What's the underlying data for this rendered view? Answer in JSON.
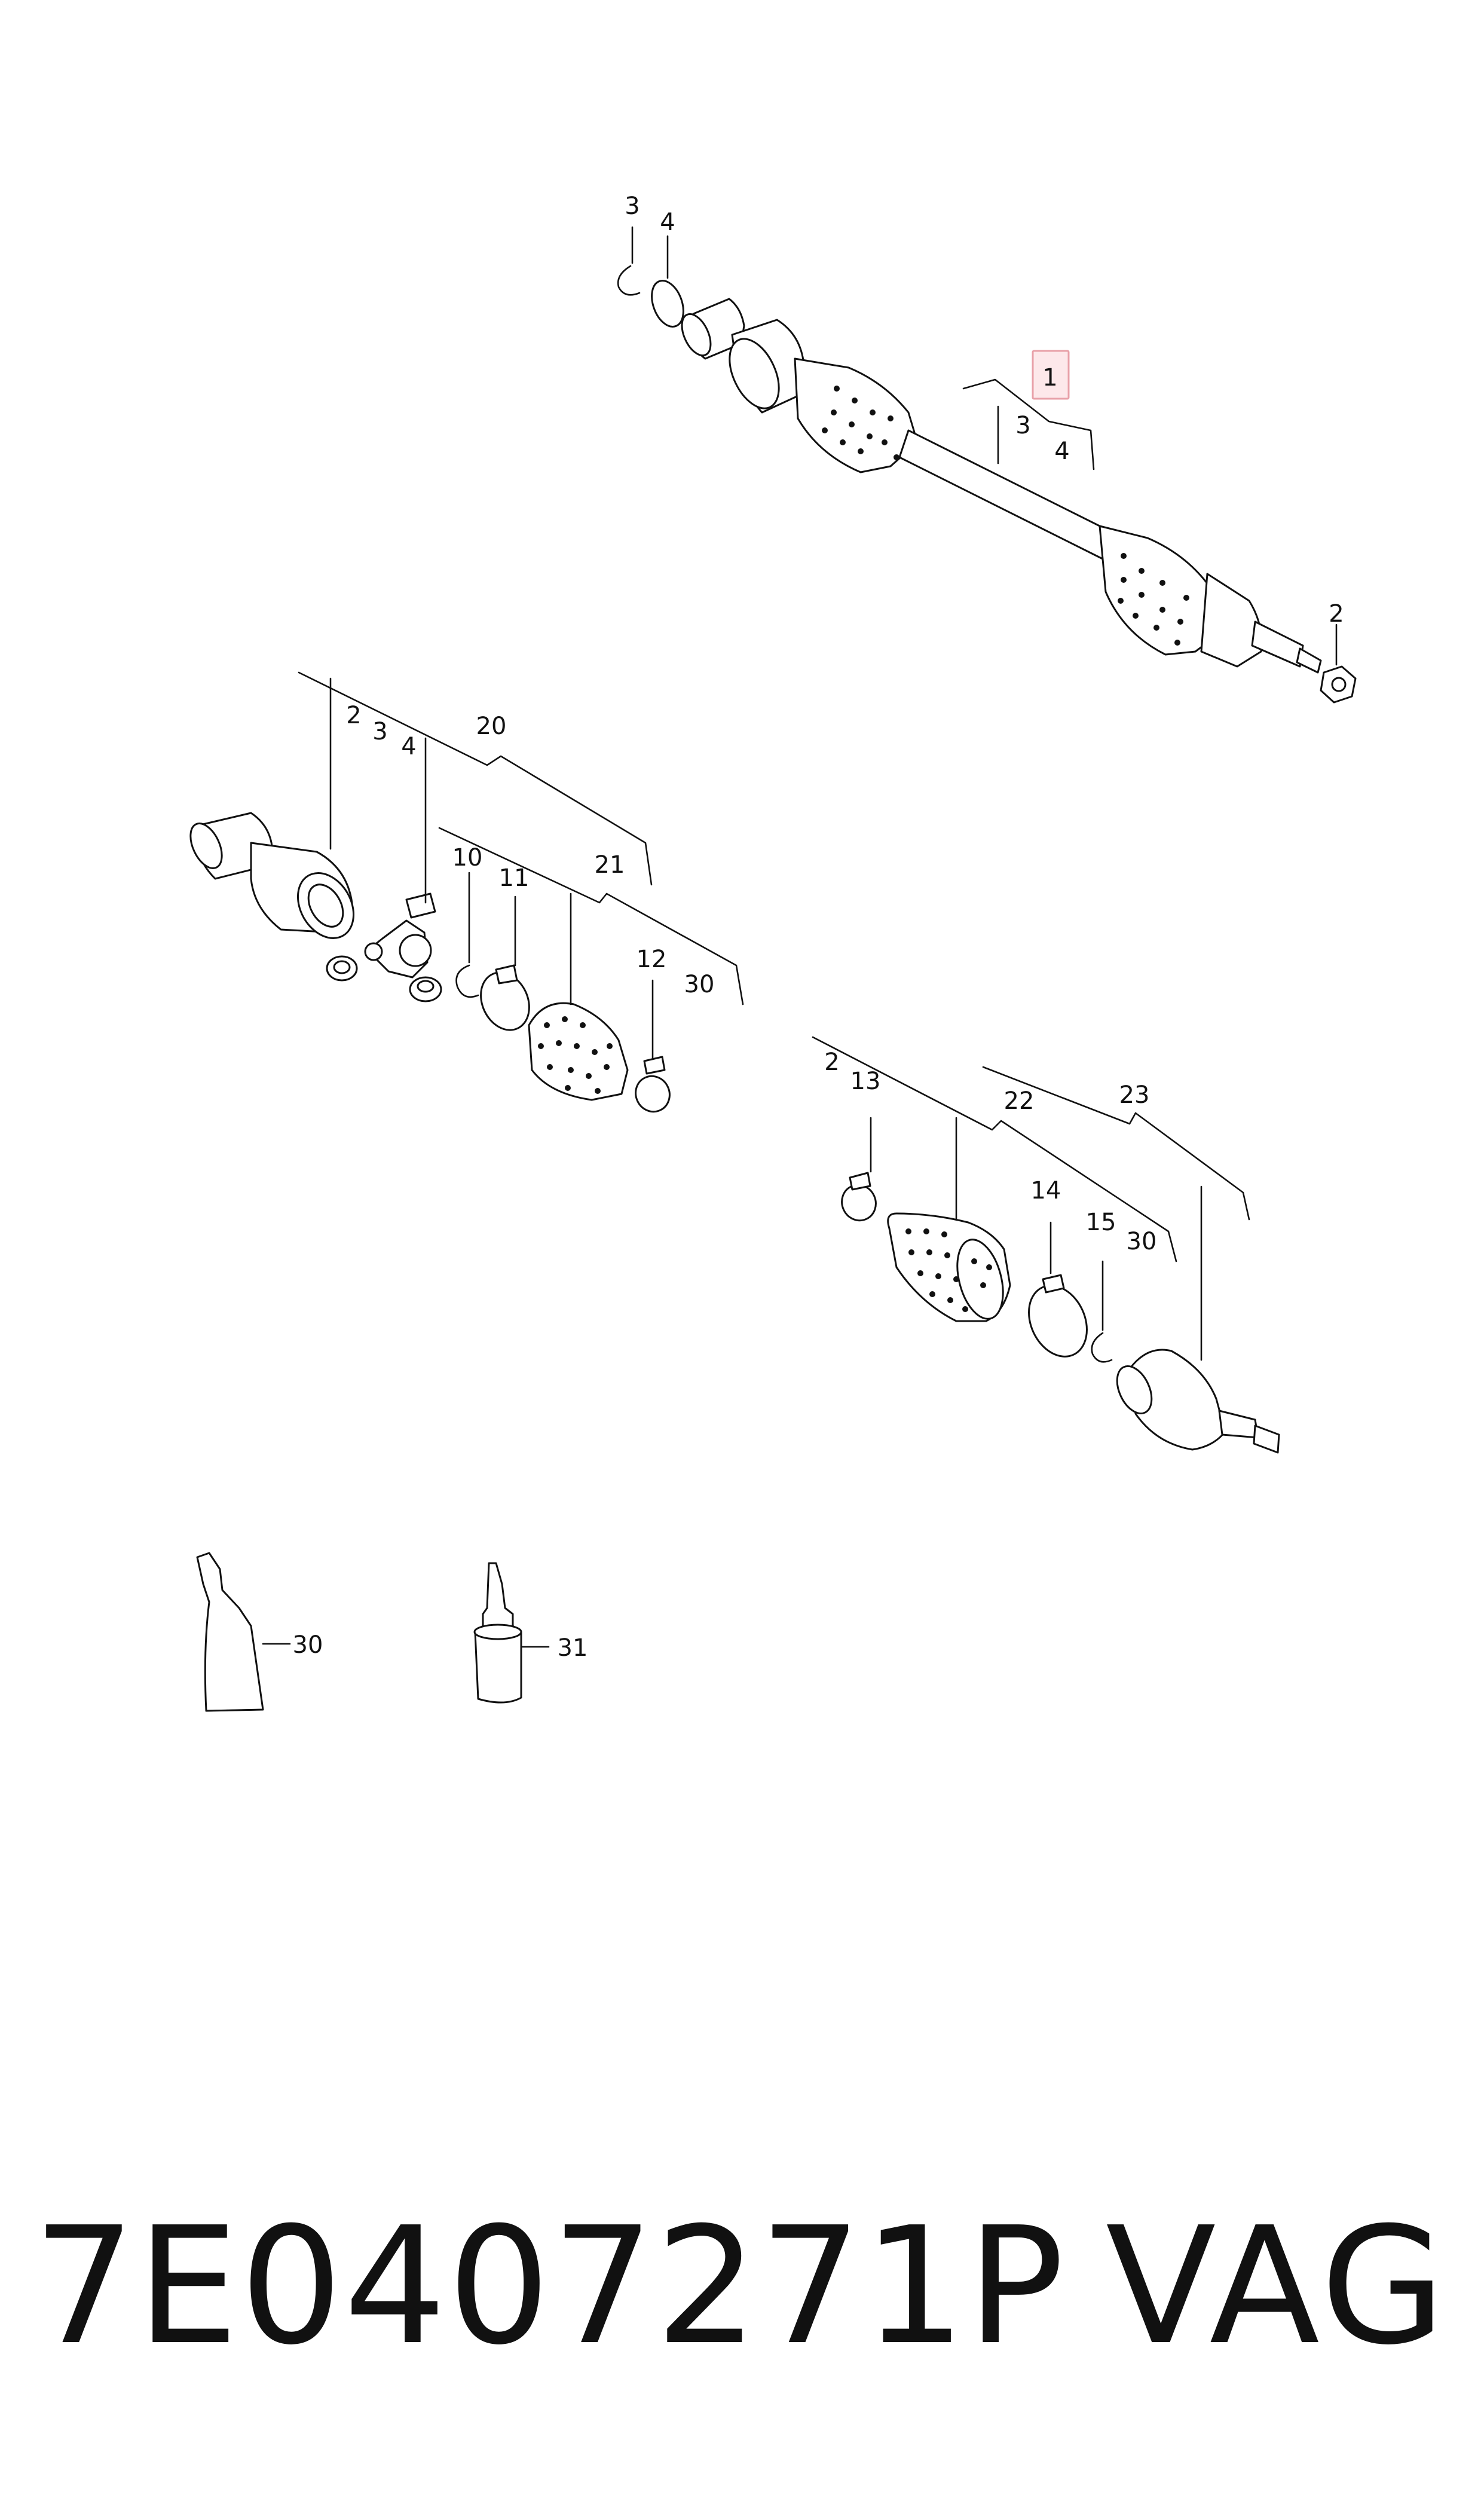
{
  "highlight_color": "#e8a0a8",
  "highlight_fill": "#fde8ea",
  "callouts": {
    "c1": "1",
    "c2a": "2",
    "c3a": "3",
    "c4a": "4",
    "c3b": "3",
    "c4b": "4",
    "c2b": "2",
    "c3c": "3",
    "c4c": "4",
    "c20": "20",
    "c10": "10",
    "c11": "11",
    "c21": "21",
    "c12": "12",
    "c30a": "30",
    "c2c": "2",
    "c13": "13",
    "c22": "22",
    "c23": "23",
    "c14": "14",
    "c15": "15",
    "c30b": "30",
    "c30c": "30",
    "c31": "31"
  },
  "footer": {
    "part_number": "7E0407271P",
    "brand": "VAG"
  }
}
